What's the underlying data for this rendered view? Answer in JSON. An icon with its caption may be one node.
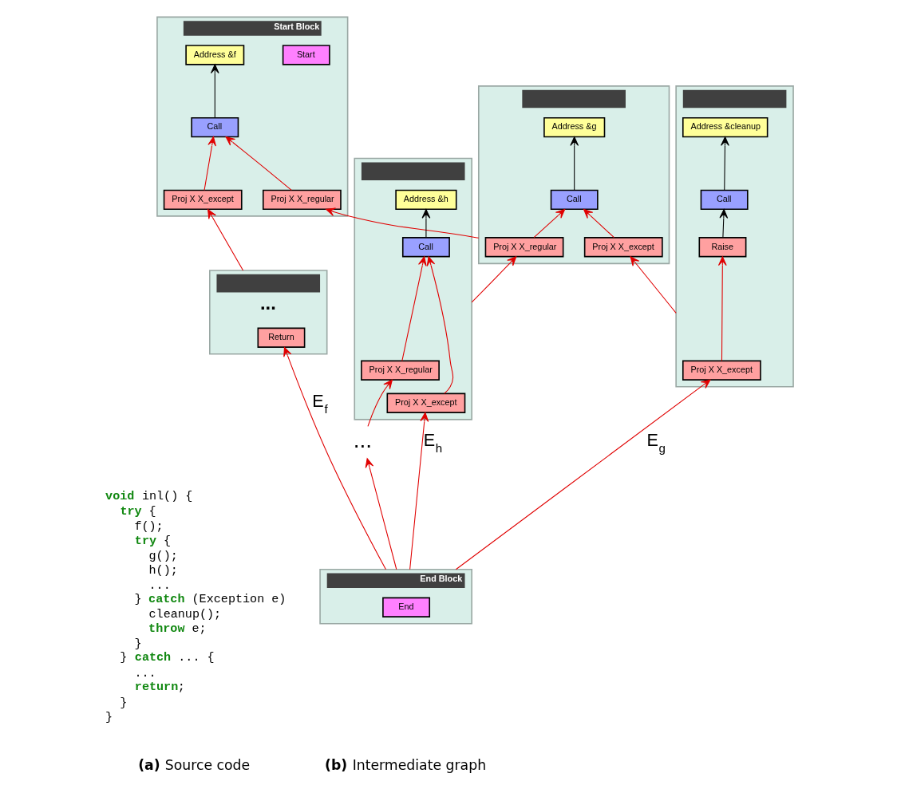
{
  "diagram": {
    "nodes": [
      {
        "text": [
          "Start Block"
        ]
      },
      {
        "text": [
          "Start"
        ],
        "in": 0
      },
      {
        "text": [
          "Address &f"
        ],
        "in": 0
      },
      {
        "text": [
          "Call"
        ],
        "in": 0
      },
      {
        "text": [
          "Proj X X_except"
        ],
        "in": 0
      },
      {
        "text": [
          "Proj X X_regular"
        ],
        "in": 0
      },
      {
        "text": [
          "..."
        ]
      },
      {
        "text": [
          "Return"
        ],
        "in": 6
      },
      {
        "text": [],
        "shape": "box"
      },
      {
        "text": [
          "Address &g"
        ],
        "in": 8
      },
      {
        "text": [
          "Call"
        ],
        "in": 8
      },
      {
        "text": [
          "Proj X X_except"
        ],
        "in": 8
      },
      {
        "text": [
          "Proj X X_regular"
        ],
        "in": 8
      },
      {
        "text": [],
        "shape": "box"
      },
      {
        "text": [
          "Address &cleanup"
        ],
        "in": 13
      },
      {
        "text": [
          "Call"
        ],
        "in": 13
      },
      {
        "text": [
          "Raise"
        ],
        "in": 13
      },
      {
        "text": [
          "Proj X X_except"
        ],
        "in": 13
      },
      {
        "text": [],
        "shape": "box"
      },
      {
        "text": [
          "Address &h"
        ],
        "in": 18
      },
      {
        "text": [
          "Call"
        ],
        "in": 18
      },
      {
        "text": [
          "Proj X X_except"
        ],
        "in": 18
      },
      {
        "text": [
          "Proj X X_regular"
        ],
        "in": 18
      },
      {
        "text": [
          "..."
        ]
      },
      {
        "text": [
          "End Block"
        ]
      },
      {
        "text": [
          "End"
        ],
        "in": 24
      }
    ],
    "edges": [
      {
        "from": 3,
        "to": 2,
        "arrow": "to",
        "color": "#000000"
      },
      {
        "from": 4,
        "to": 3,
        "arrow": "to"
      },
      {
        "from": 5,
        "to": 3,
        "arrow": "to"
      },
      {
        "from": 6,
        "to": 4,
        "arrow": "to"
      },
      {
        "from": 8,
        "to": 5,
        "arrow": "to"
      },
      {
        "from": 10,
        "to": 9,
        "arrow": "to",
        "color": "#000000"
      },
      {
        "from": 11,
        "to": 10,
        "arrow": "to"
      },
      {
        "from": 12,
        "to": 10,
        "arrow": "to"
      },
      {
        "from": 13,
        "to": 11,
        "arrow": "to"
      },
      {
        "from": 18,
        "to": 12,
        "arrow": "to"
      },
      {
        "from": 15,
        "to": 14,
        "arrow": "to",
        "color": "#000000"
      },
      {
        "from": 16,
        "to": 15,
        "arrow": "to",
        "color": "#000000"
      },
      {
        "from": 17,
        "to": 16,
        "arrow": "to"
      },
      {
        "from": 20,
        "to": 19,
        "arrow": "to",
        "color": "#000000"
      },
      {
        "from": 21,
        "to": 20,
        "arrow": "to"
      },
      {
        "from": 22,
        "to": 20,
        "arrow": "to"
      },
      {
        "from": 23,
        "to": 22,
        "arrow": "to"
      },
      {
        "from": 24,
        "to": 7,
        "arrow": "to",
        "label": "E$_{f}$"
      },
      {
        "from": 24,
        "to": 17,
        "arrow": "to",
        "label": "E$_{g}$"
      },
      {
        "from": 24,
        "to": 21,
        "arrow": "to",
        "label": "E$_{h}$"
      },
      {
        "from": 24,
        "to": 23,
        "arrow": "to"
      }
    ],
    "labels": [
      "**void** inl() {",
      "**try** {",
      "f();",
      "**try** {",
      "g();",
      "h();",
      "...",
      "} **catch** (Exception e)",
      "cleanup();",
      "**throw** e;",
      "}",
      "} **catch** ... {",
      "...",
      "**return**;",
      "}",
      "}",
      "**(a)** Source code",
      "**(b)** Intermediate graph"
    ]
  }
}
